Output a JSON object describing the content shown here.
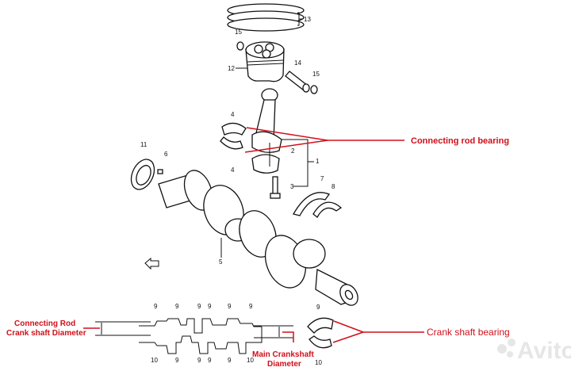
{
  "diagram": {
    "part_numbers": {
      "p1": "1",
      "p2": "2",
      "p3": "3",
      "p4a": "4",
      "p4b": "4",
      "p5": "5",
      "p6": "6",
      "p7": "7",
      "p8": "8",
      "p11": "11",
      "p12": "12",
      "p13": "13",
      "p14": "14",
      "p15a": "15",
      "p15b": "15",
      "bottom_top": [
        "9",
        "9",
        "9",
        "9",
        "9",
        "9"
      ],
      "bottom_bottom": [
        "10",
        "9",
        "9",
        "9",
        "9",
        "10"
      ],
      "bearing_top": "9",
      "bearing_bottom": "10"
    },
    "callouts": {
      "connecting_rod_bearing": "Connecting rod bearing",
      "crank_shaft_bearing": "Crank shaft bearing",
      "conrod_diameter_line1": "Connecting Rod",
      "conrod_diameter_line2": "Crank shaft Diameter",
      "main_diameter_line1": "Main Crankshaft",
      "main_diameter_line2": "Diameter"
    },
    "accent_color": "#d0101a",
    "watermark": "Avito"
  }
}
